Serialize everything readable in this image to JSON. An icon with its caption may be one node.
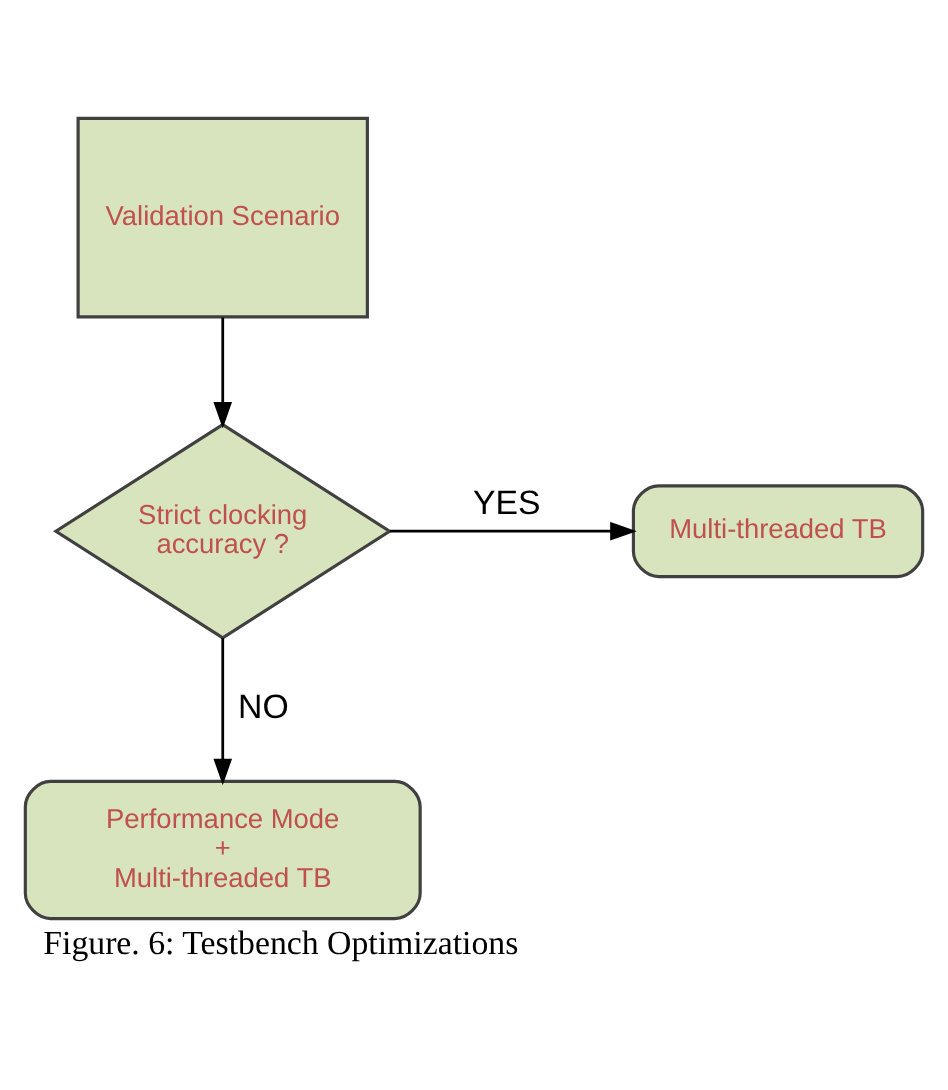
{
  "diagram": {
    "caption": "Figure. 6: Testbench Optimizations",
    "nodes": [
      {
        "text": [
          "Validation Scenario"
        ]
      },
      {
        "text": [
          "Strict clocking accuracy ?"
        ]
      },
      {
        "text": [
          "Multi-threaded TB"
        ]
      },
      {
        "text": [
          "Performance Mode + Multi-threaded TB"
        ]
      }
    ],
    "edges": [
      {
        "from": 0,
        "to": 1,
        "arrow": "to"
      },
      {
        "from": 1,
        "to": 2,
        "arrow": "to",
        "label": "YES"
      },
      {
        "from": 1,
        "to": 3,
        "arrow": "to",
        "label": "NO"
      }
    ]
  }
}
